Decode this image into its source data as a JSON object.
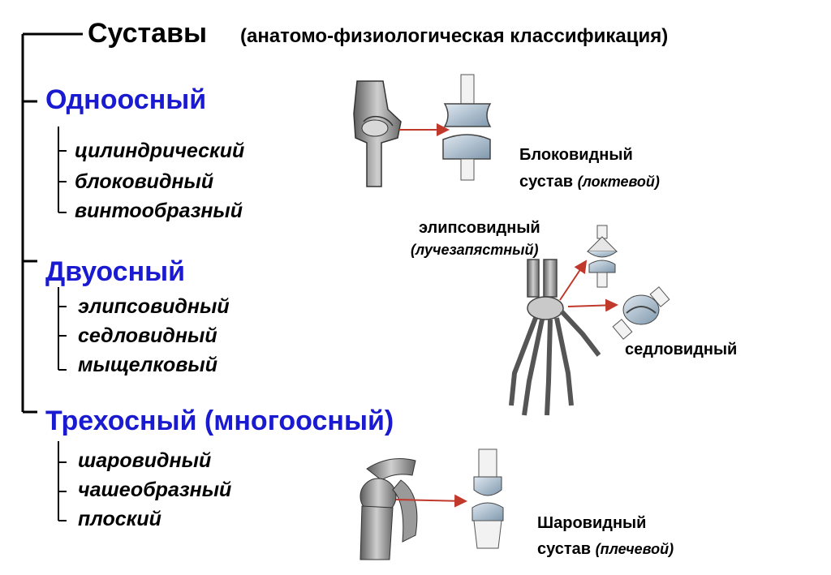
{
  "header": {
    "title": "Суставы",
    "subtitle": "(анатомо-физиологическая классификация)"
  },
  "categories": [
    {
      "name": "Одноосный",
      "items": [
        "цилиндрический",
        "блоковидный",
        "винтообразный"
      ]
    },
    {
      "name": "Двуосный",
      "items": [
        "элипсовидный",
        "седловидный",
        "мыщелковый"
      ]
    },
    {
      "name": "Трехосный (многоосный)",
      "items": [
        "шаровидный",
        "чашеобразный",
        "плоский"
      ]
    }
  ],
  "captions": {
    "trochlear": {
      "line1": "Блоковидный",
      "line2_main": "сустав",
      "line2_note": "(локтевой)"
    },
    "ellipsoid": {
      "line1": "элипсовидный",
      "line2": "(лучезапястный)"
    },
    "saddle": {
      "line1": "седловидный"
    },
    "ball": {
      "line1": "Шаровидный",
      "line2_main": "сустав",
      "line2_note": "(плечевой)"
    }
  },
  "colors": {
    "category": "#1a1ad0",
    "arrow": "#c0392b",
    "joint_fill": "#9fb6c9",
    "bone": "#8c8c8c"
  },
  "icons": [
    "elbow-bone-illustration",
    "trochlear-joint-model",
    "hand-skeleton-illustration",
    "ellipsoid-joint-model",
    "saddle-joint-model",
    "shoulder-bone-illustration",
    "ball-joint-model"
  ]
}
